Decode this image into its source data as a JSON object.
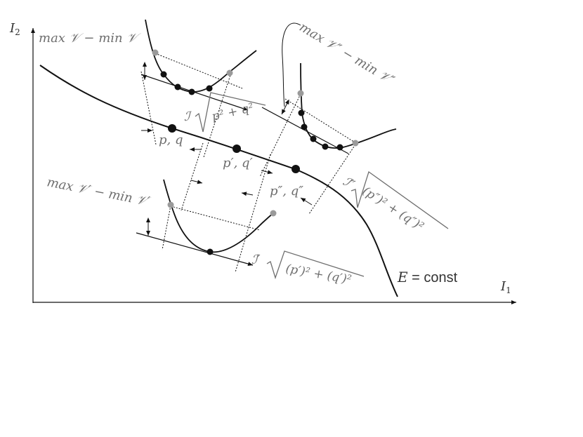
{
  "axes": {
    "y_label_main": "I",
    "y_label_sub": "2",
    "x_label_main": "I",
    "x_label_sub": "1"
  },
  "energy_curve": {
    "label_var": "E",
    "label_rest": " = const"
  },
  "points": {
    "p1": "p, q",
    "p2": "p′, q′",
    "p3": "p″, q″"
  },
  "variation_labels": {
    "v1": "max 𝒱 − min 𝒱",
    "v2": "max 𝒱″ − min 𝒱″",
    "v3": "max 𝒱′ − min 𝒱′"
  },
  "interval_labels": {
    "i1_symbol": "ℐ",
    "i1_radicand": "p² + q²",
    "i2_symbol": "ℐ″",
    "i2_radicand": "(p″)² + (q″)²",
    "i3_symbol": "ℐ′",
    "i3_radicand": "(p′)² + (q′)²"
  },
  "colors": {
    "line": "#1a1a1a",
    "point_black": "#111111",
    "point_gray": "#9a9a9a",
    "label_gray": "#6e6e6e"
  }
}
